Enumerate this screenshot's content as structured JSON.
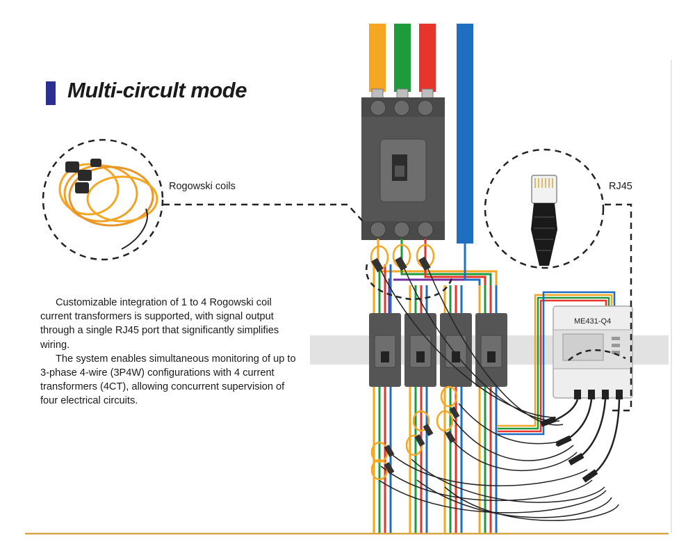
{
  "title": "Multi-circult mode",
  "labels": {
    "rogowski": "Rogowski coils",
    "rj45": "RJ45",
    "meter_model": "ME431-Q4"
  },
  "description": {
    "paragraph1": "Customizable integration of 1 to 4 Rogowski coil current transformers is supported, with signal output through a single RJ45 port that significantly simplifies wiring.",
    "paragraph2": "The system enables simultaneous monitoring of up to 3-phase 4-wire (3P4W) configurations with 4 current transformers (4CT), allowing concurrent supervision of four electrical circuits."
  },
  "colors": {
    "phase_a": "#f5a623",
    "phase_b": "#1e9b3a",
    "phase_c": "#e8352b",
    "neutral": "#1e6fc0",
    "accent": "#2b2f8f",
    "rail": "#e2e2e2",
    "breaker": "#555555",
    "baseline": "#d4a640"
  }
}
